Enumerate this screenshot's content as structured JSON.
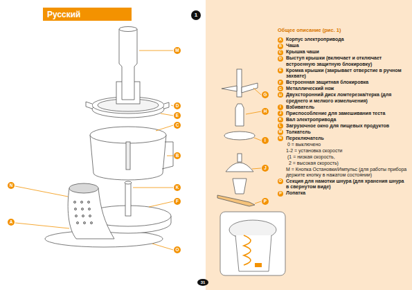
{
  "diagram": {
    "nodes": [
      {
        "text": [
          "Русский"
        ]
      },
      {
        "text": [
          "1"
        ]
      },
      {
        "text": [
          "M"
        ]
      },
      {
        "text": [
          "G"
        ]
      },
      {
        "text": [
          "D"
        ]
      },
      {
        "text": [
          "H"
        ]
      },
      {
        "text": [
          "E"
        ]
      },
      {
        "text": [
          "C"
        ]
      },
      {
        "text": [
          "I"
        ]
      },
      {
        "text": [
          "B"
        ]
      },
      {
        "text": [
          "J"
        ]
      },
      {
        "text": [
          "N"
        ]
      },
      {
        "text": [
          "K"
        ]
      },
      {
        "text": [
          "F"
        ]
      },
      {
        "text": [
          "P"
        ]
      },
      {
        "text": [
          "A"
        ]
      },
      {
        "text": [
          "O"
        ]
      },
      {
        "text": [
          "31"
        ]
      },
      {
        "text": [
          "A"
        ]
      },
      {
        "text": [
          "B"
        ]
      },
      {
        "text": [
          "C"
        ]
      },
      {
        "text": [
          "D"
        ]
      },
      {
        "text": [
          "E"
        ]
      },
      {
        "text": [
          "F"
        ]
      },
      {
        "text": [
          "G"
        ]
      },
      {
        "text": [
          "H"
        ]
      },
      {
        "text": [
          "I"
        ]
      },
      {
        "text": [
          "J"
        ]
      },
      {
        "text": [
          "K"
        ]
      },
      {
        "text": [
          "L"
        ]
      },
      {
        "text": [
          "M"
        ]
      },
      {
        "text": [
          "N"
        ]
      },
      {
        "text": [
          "O"
        ]
      },
      {
        "text": [
          "P"
        ]
      }
    ],
    "labels": [
      "Общее описание (рис. 1)",
      "Корпус электропривода",
      "Чаша",
      "Крышка чаши",
      "Выступ крышки (включает и отключает встроенную защитную блокировку)",
      "Кромка крышки (закрывает отверстие в ручном захвате)",
      "Встроенная защитная блокировка",
      "Металлический нож",
      "Двухсторонний диск ломтерезка/терка (для среднего и мелкого измельчения)",
      "Взбиватель",
      "Приспособление для замешивания теста",
      "Вал электропривода",
      "Загрузочное окно для пищевых продуктов",
      "Толкатель",
      "Переключатель",
      "0 = выключено",
      "1-2 = установка скорости",
      "(1 = низкая скорость,",
      "2 = высокая скорость)",
      "M = Кнопка Остановки/Импульс (для работы прибора держите кнопку в нажатом состоянии)",
      "Секция для намотки шнура (для хранения шнура в свернутом виде)",
      "Лопатка"
    ]
  }
}
